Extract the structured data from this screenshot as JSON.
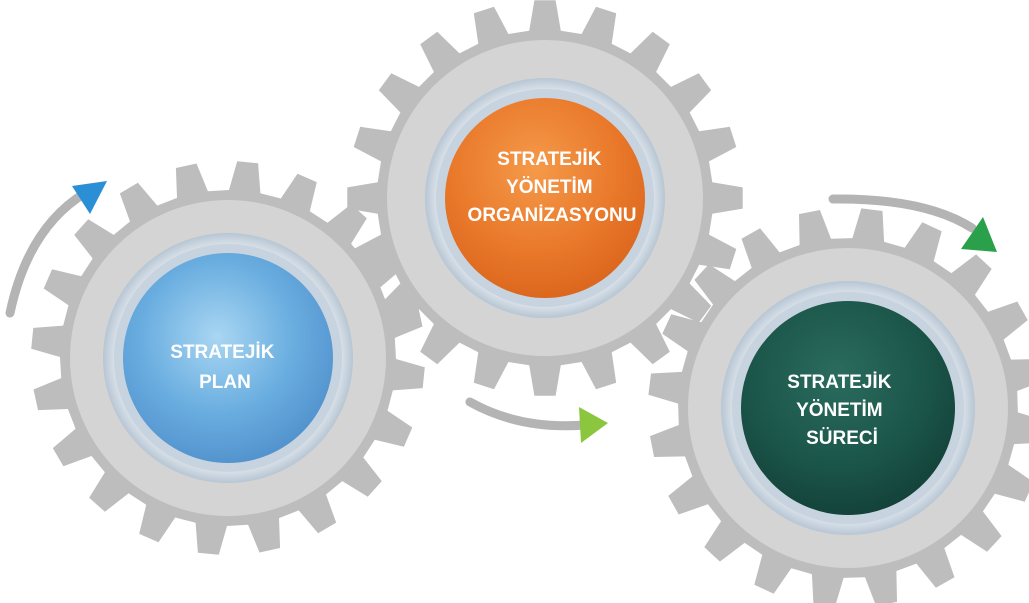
{
  "gears": [
    {
      "id": "plan",
      "lines": [
        "STRATEJİK",
        "PLAN"
      ],
      "color": "#6aa8d8"
    },
    {
      "id": "organizasyon",
      "lines": [
        "STRATEJİK",
        "YÖNETİM",
        "ORGANİZASYONU"
      ],
      "color": "#e8782a"
    },
    {
      "id": "surec",
      "lines": [
        "STRATEJİK",
        "YÖNETİM",
        "SÜRECİ"
      ],
      "color": "#1d5a4e"
    }
  ],
  "arrows": [
    {
      "id": "left",
      "color": "#2a8fd4"
    },
    {
      "id": "middle",
      "color": "#8cc63f"
    },
    {
      "id": "right",
      "color": "#2aa04a"
    }
  ]
}
